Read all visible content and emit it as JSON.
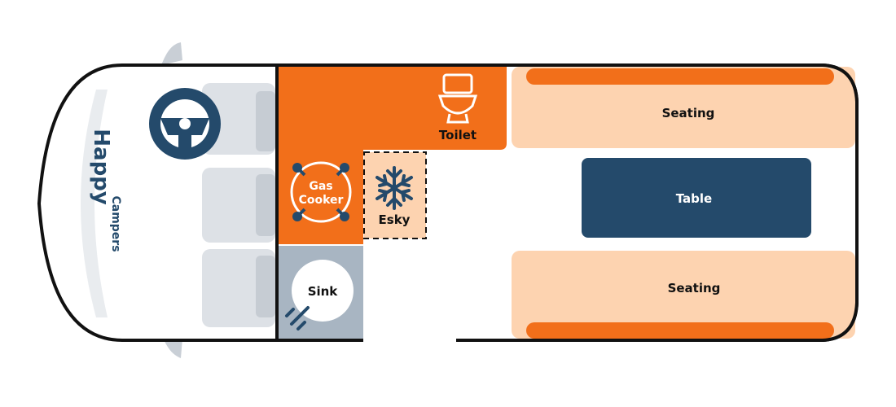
{
  "brand": {
    "name_main": "Happy",
    "name_sub": "Campers"
  },
  "labels": {
    "toilet": "Toilet",
    "gas_cooker_line1": "Gas",
    "gas_cooker_line2": "Cooker",
    "esky": "Esky",
    "sink": "Sink",
    "seating_top": "Seating",
    "table": "Table",
    "seating_bottom": "Seating"
  },
  "colors": {
    "outline": "#111111",
    "orange": "#f26f1a",
    "peach": "#fdd3b0",
    "navy": "#244a6b",
    "grey_seat": "#dde1e6",
    "grey_seat_dark": "#c6ccd3",
    "sink_grey": "#a8b5c2",
    "cab_trim": "#e9ecef"
  },
  "icons": {
    "steering_wheel": "steering-wheel-icon",
    "toilet": "toilet-icon",
    "snowflake": "snowflake-icon",
    "gas_burner": "gas-burner-icon",
    "sink_tap": "tap-icon"
  }
}
